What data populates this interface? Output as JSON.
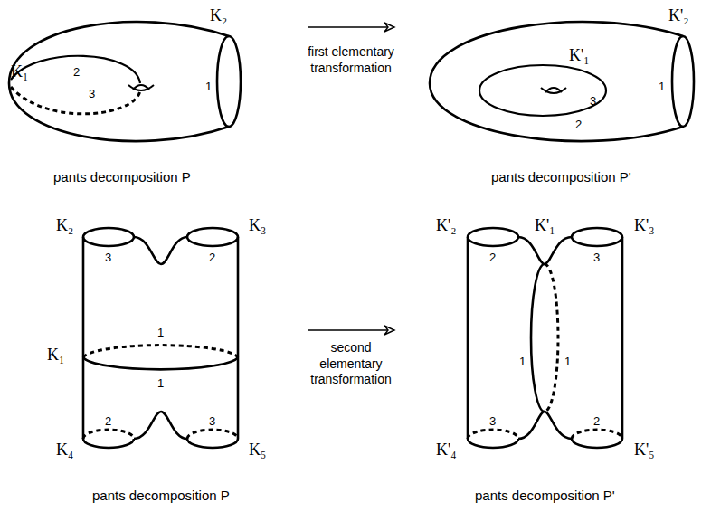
{
  "diagram": {
    "labels": [
      "K₁",
      "K₂",
      "2",
      "3",
      "1",
      "first elementary transformation",
      "pants decomposition P",
      "K'₂",
      "K'₁",
      "3",
      "2",
      "1",
      "pants decomposition P'",
      "K₂",
      "K₃",
      "3",
      "2",
      "K₁",
      "1",
      "1",
      "K₄",
      "K₅",
      "2",
      "3",
      "second elementary transformation",
      "pants decomposition P",
      "K'₂",
      "K'₁",
      "K'₃",
      "2",
      "3",
      "1",
      "1",
      "K'₄",
      "K'₅",
      "3",
      "2",
      "pants decomposition P'"
    ]
  }
}
